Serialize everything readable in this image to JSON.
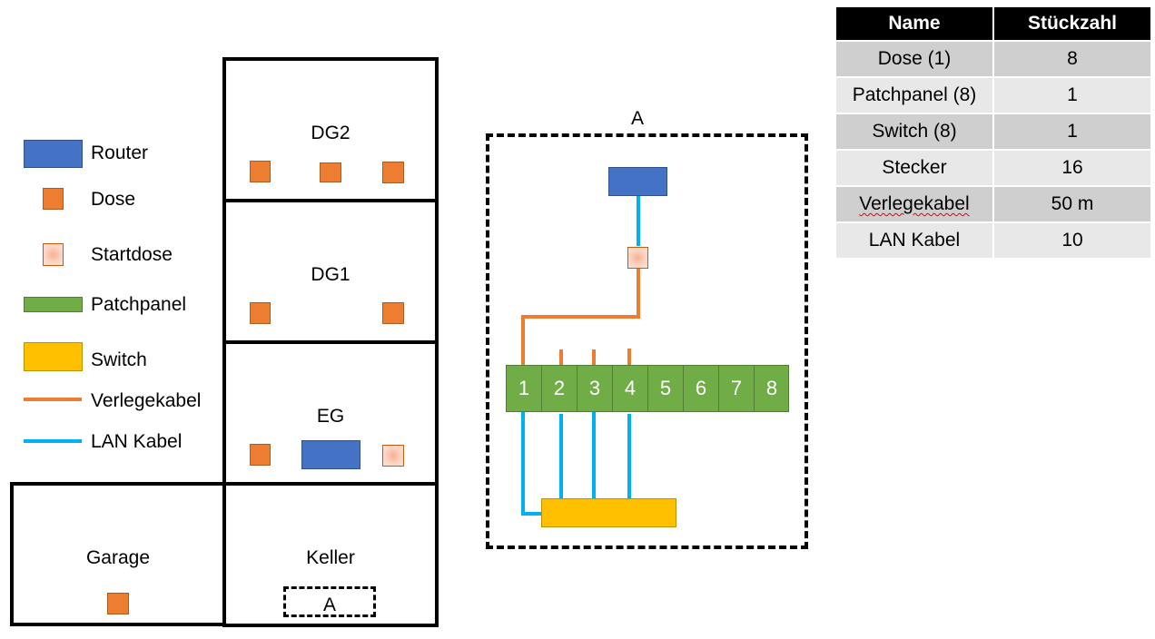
{
  "legend": {
    "items": [
      {
        "id": "router",
        "label": "Router",
        "color": "#4472c4"
      },
      {
        "id": "dose",
        "label": "Dose",
        "color": "#ed7d31"
      },
      {
        "id": "startdose",
        "label": "Startdose",
        "color": "#fbd3c2"
      },
      {
        "id": "patchpanel",
        "label": "Patchpanel",
        "color": "#70ad47"
      },
      {
        "id": "switch",
        "label": "Switch",
        "color": "#ffc000"
      },
      {
        "id": "verlegekabel",
        "label": "Verlegekabel",
        "color": "#ed7d31"
      },
      {
        "id": "lan-kabel",
        "label": "LAN Kabel",
        "color": "#00b0f0"
      }
    ]
  },
  "building": {
    "rooms": [
      {
        "id": "dg2",
        "label": "DG2",
        "dosen": 3
      },
      {
        "id": "dg1",
        "label": "DG1",
        "dosen": 2
      },
      {
        "id": "eg",
        "label": "EG",
        "dosen": 1,
        "router": true,
        "startdose": true
      },
      {
        "id": "keller",
        "label": "Keller",
        "area_label": "A"
      },
      {
        "id": "garage",
        "label": "Garage",
        "dosen": 1
      }
    ]
  },
  "detail": {
    "title": "A",
    "patchpanel_ports": [
      "1",
      "2",
      "3",
      "4",
      "5",
      "6",
      "7",
      "8"
    ],
    "connected_ports": [
      1,
      2,
      3,
      4
    ]
  },
  "bom_table": {
    "headers": [
      "Name",
      "Stückzahl"
    ],
    "rows": [
      {
        "name": "Dose (1)",
        "count": "8"
      },
      {
        "name": "Patchpanel (8)",
        "count": "1"
      },
      {
        "name": "Switch (8)",
        "count": "1"
      },
      {
        "name": "Stecker",
        "count": "16"
      },
      {
        "name": "Verlegekabel",
        "count": "50 m"
      },
      {
        "name": "LAN Kabel",
        "count": "10"
      }
    ]
  }
}
